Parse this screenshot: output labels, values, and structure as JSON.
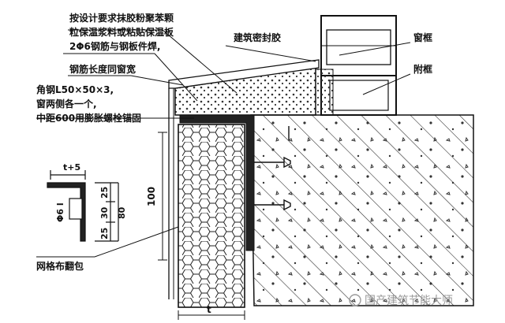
{
  "annotations": {
    "note_1": "按设计要求抹胶粉聚苯颗",
    "note_2": "粒保温浆料或粘贴保温板",
    "note_3": "2Φ6钢筋与钢板件焊,",
    "note_4": "钢筋长度同窗宽",
    "sealant": "建筑密封胶",
    "window_frame": "窗框",
    "sub_frame": "附框",
    "angle_1": "角钢L50×50×3,",
    "angle_2": "窗两侧各一个,",
    "angle_3": "中距600用膨胀螺栓锚固",
    "mesh": "网格布翻包"
  },
  "dimensions": {
    "d_100": "100",
    "d_t": "t",
    "d_t5": "t+5",
    "d_25a": "25",
    "d_30": "30",
    "d_80": "80",
    "d_25b": "25",
    "d_phi": "Φ6 l"
  },
  "watermark": "国产建筑节能大师"
}
